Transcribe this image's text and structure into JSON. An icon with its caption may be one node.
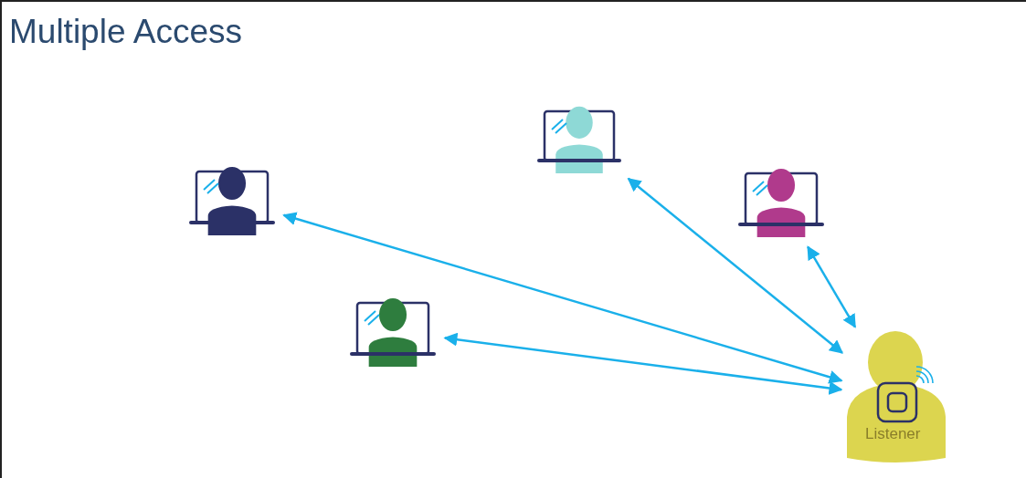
{
  "diagram": {
    "title": "Multiple Access",
    "nodes": [
      {
        "text": [],
        "shape": "person"
      },
      {
        "text": [],
        "shape": "person"
      },
      {
        "text": [],
        "shape": "person"
      },
      {
        "text": [],
        "shape": "person"
      },
      {
        "text": [
          "Listener"
        ]
      }
    ],
    "edges": [
      {
        "from": 4,
        "to": 1,
        "arrow": "both"
      },
      {
        "from": 4,
        "to": 0,
        "arrow": "both"
      },
      {
        "from": 4,
        "to": 2,
        "arrow": "both"
      },
      {
        "from": 4,
        "to": 3,
        "arrow": "both"
      }
    ]
  }
}
